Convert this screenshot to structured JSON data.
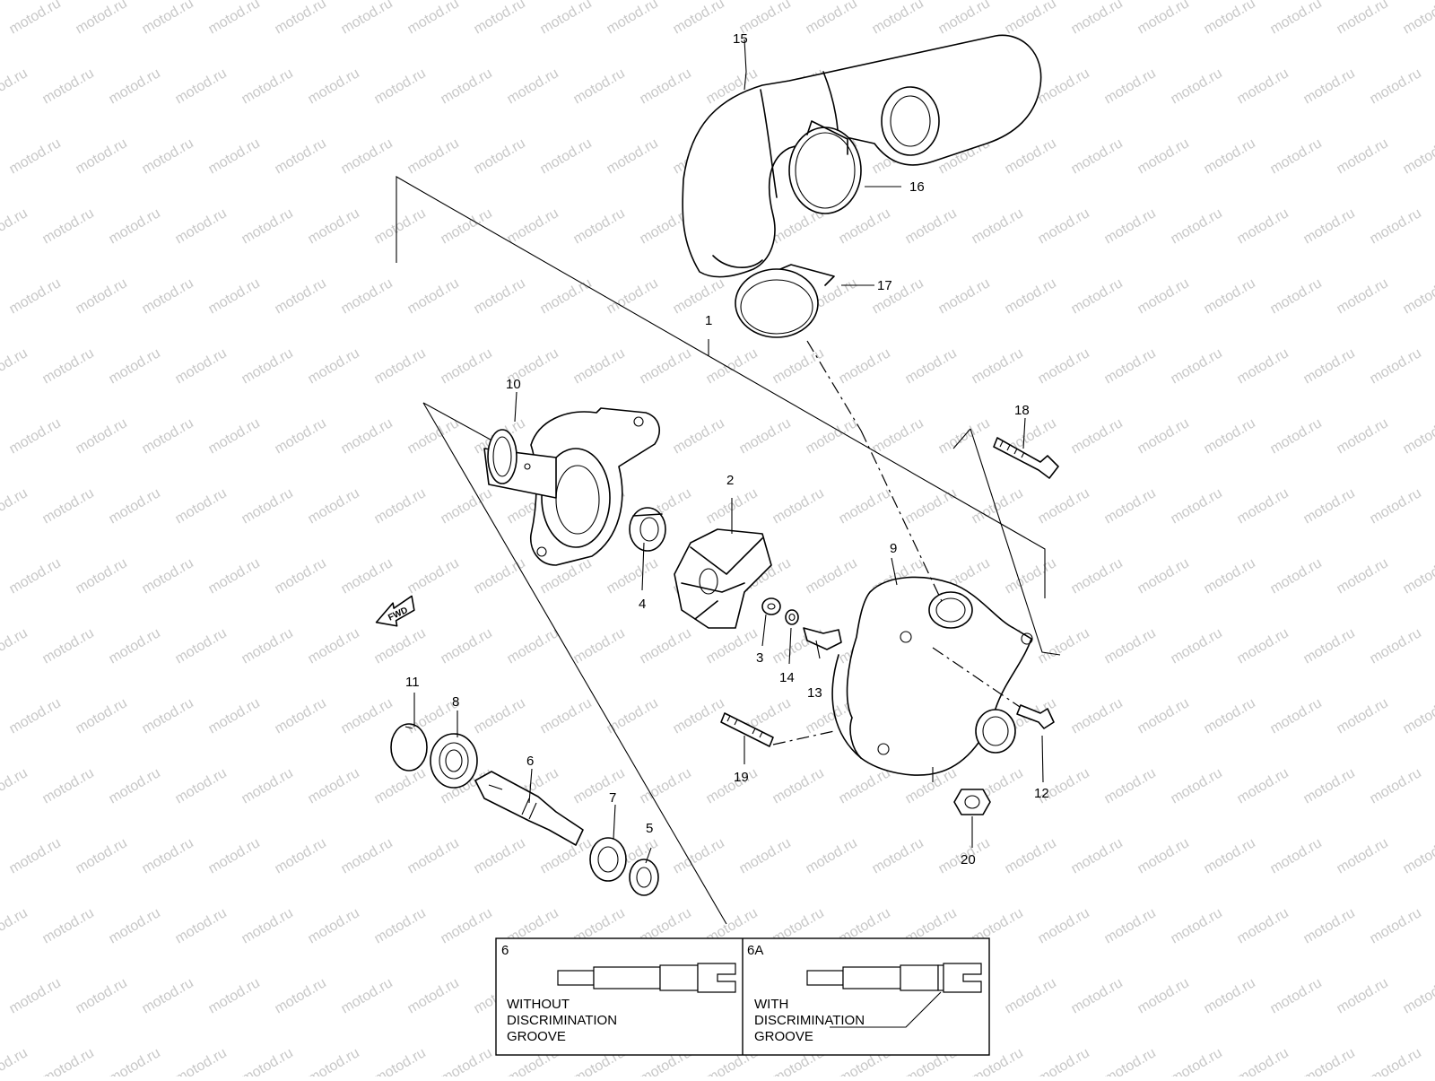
{
  "watermark": "motod.ru",
  "fwd_label": "FWD",
  "callouts": {
    "c1": "1",
    "c2": "2",
    "c3": "3",
    "c4": "4",
    "c5": "5",
    "c6": "6",
    "c7": "7",
    "c8": "8",
    "c9": "9",
    "c10": "10",
    "c11": "11",
    "c12": "12",
    "c13": "13",
    "c14": "14",
    "c15": "15",
    "c16": "16",
    "c17": "17",
    "c18": "18",
    "c19": "19",
    "c20": "20"
  },
  "inset": {
    "left": {
      "number": "6",
      "line1": "WITHOUT",
      "line2": "DISCRIMINATION",
      "line3": "GROOVE"
    },
    "right": {
      "number": "6A",
      "line1": "WITH",
      "line2": "DISCRIMINATION",
      "line3": "GROOVE"
    }
  }
}
